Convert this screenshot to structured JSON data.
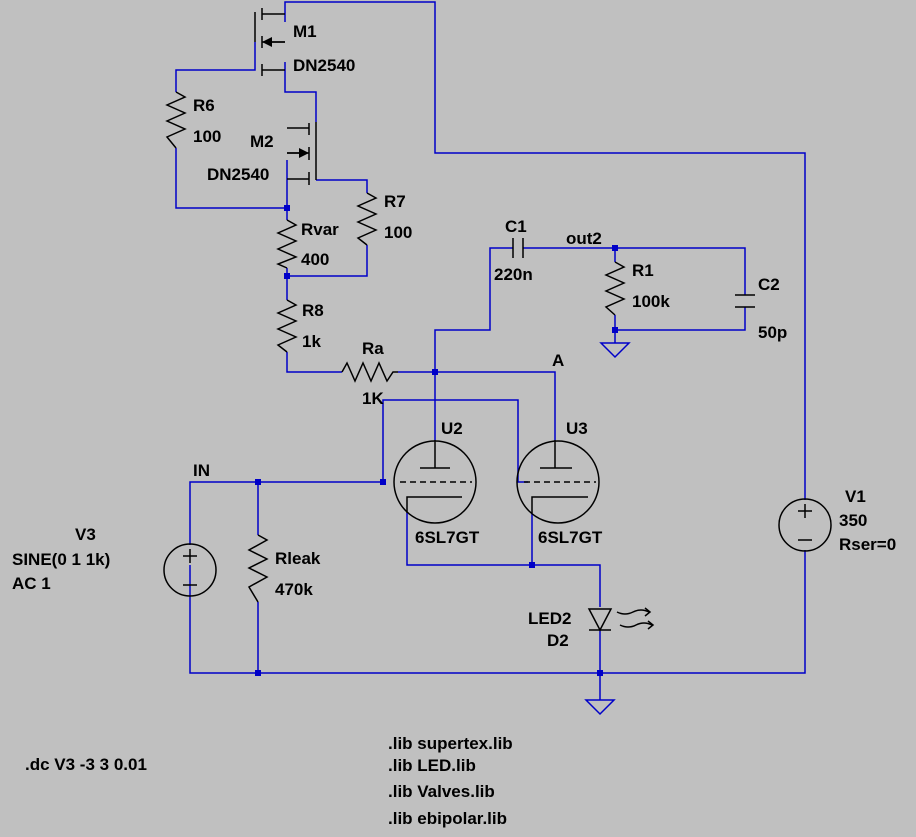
{
  "components": {
    "M1": {
      "name": "M1",
      "model": "DN2540"
    },
    "M2": {
      "name": "M2",
      "model": "DN2540"
    },
    "R6": {
      "name": "R6",
      "value": "100"
    },
    "R7": {
      "name": "R7",
      "value": "100"
    },
    "Rvar": {
      "name": "Rvar",
      "value": "400"
    },
    "R8": {
      "name": "R8",
      "value": "1k"
    },
    "Ra": {
      "name": "Ra",
      "value": "1K"
    },
    "C1": {
      "name": "C1",
      "value": "220n"
    },
    "R1": {
      "name": "R1",
      "value": "100k"
    },
    "C2": {
      "name": "C2",
      "value": "50p"
    },
    "U2": {
      "name": "U2",
      "model": "6SL7GT"
    },
    "U3": {
      "name": "U3",
      "model": "6SL7GT"
    },
    "Rleak": {
      "name": "Rleak",
      "value": "470k"
    },
    "V3": {
      "name": "V3",
      "value": "SINE(0 1 1k)",
      "ac": "AC 1"
    },
    "V1": {
      "name": "V1",
      "value": "350",
      "rser": "Rser=0"
    },
    "D2": {
      "model": "LED2",
      "name": "D2"
    }
  },
  "nets": {
    "in": "IN",
    "out2": "out2",
    "a": "A"
  },
  "directives": {
    "dc": ".dc V3 -3 3 0.01",
    "libs": [
      ".lib supertex.lib",
      ".lib LED.lib",
      ".lib Valves.lib",
      ".lib ebipolar.lib"
    ]
  }
}
